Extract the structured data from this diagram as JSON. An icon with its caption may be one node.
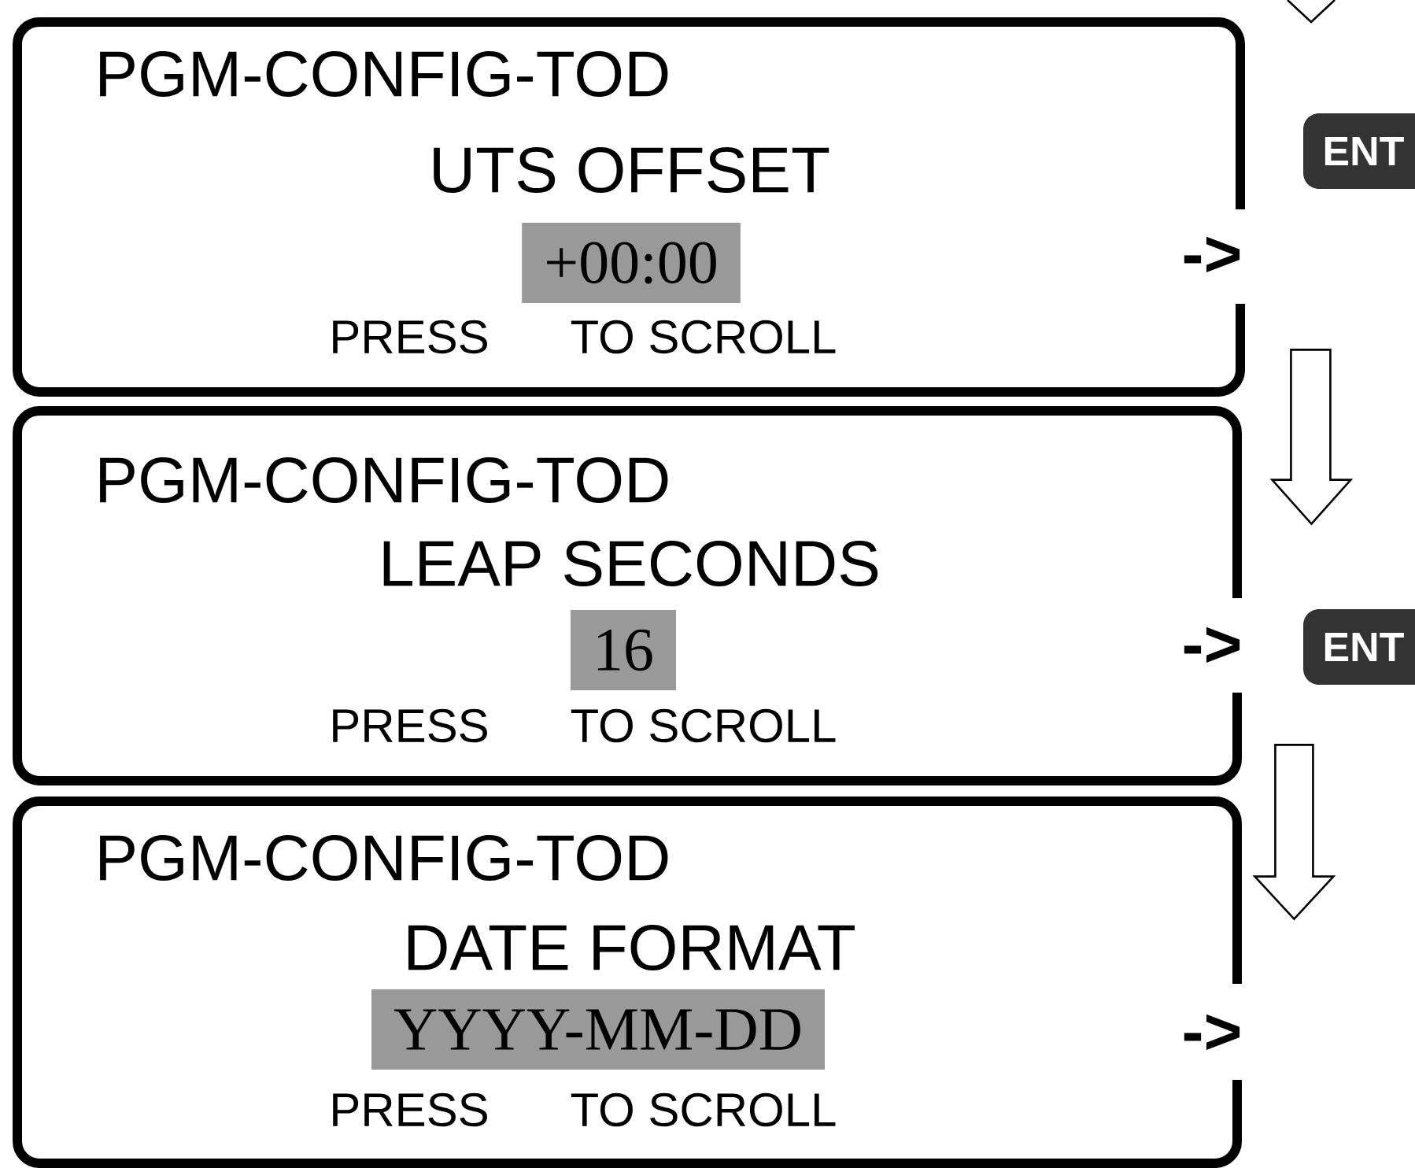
{
  "diagram": {
    "nodes": [
      {
        "text": [
          "PGM-CONFIG-TOD",
          "UTS OFFSET",
          "+00:00",
          "PRESS",
          "TO SCROLL"
        ]
      },
      {
        "text": [
          "PGM-CONFIG-TOD",
          "LEAP SECONDS",
          "16",
          "PRESS",
          "TO SCROLL"
        ]
      },
      {
        "text": [
          "PGM-CONFIG-TOD",
          "DATE FORMAT",
          "YYYY-MM-DD",
          "PRESS",
          "TO SCROLL"
        ]
      }
    ],
    "edges": [
      {
        "from": 0,
        "to": 1,
        "arrow": "to"
      },
      {
        "from": 1,
        "to": 2,
        "arrow": "to"
      }
    ],
    "labels": [
      "ENT",
      "->",
      "->",
      "ENT",
      "->"
    ]
  }
}
